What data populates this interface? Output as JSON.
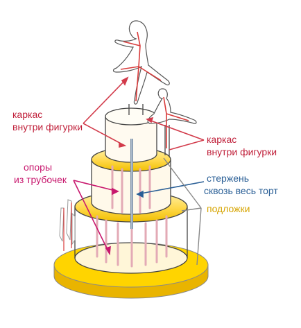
{
  "labels": {
    "frame_left_1": "каркас",
    "frame_left_2": "внутри фигурки",
    "frame_right_1": "каркас",
    "frame_right_2": "внутри фигурки",
    "supports_1": "опоры",
    "supports_2": "из трубочек",
    "rod_1": "стержень",
    "rod_2": "сквозь весь торт",
    "boards": "подложки"
  },
  "colors": {
    "frame_label": "#c0203a",
    "supports_label": "#c8186e",
    "rod_label": "#2a5f96",
    "boards_label": "#d6a400",
    "board_fill": "#ffd400",
    "tier_fill": "#ffe8a0"
  }
}
